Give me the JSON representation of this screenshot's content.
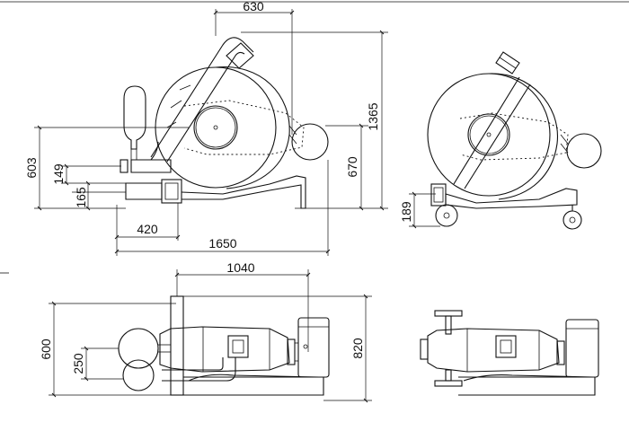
{
  "dimensions": {
    "side": {
      "width_630": "630",
      "height_1365": "1365",
      "height_603": "603",
      "height_670": "670",
      "height_149": "149",
      "height_165": "165",
      "length_420": "420",
      "length_1650": "1650"
    },
    "end": {
      "height_189": "189"
    },
    "top": {
      "length_1040": "1040",
      "width_600": "600",
      "spacing_250": "250",
      "width_820": "820"
    }
  }
}
